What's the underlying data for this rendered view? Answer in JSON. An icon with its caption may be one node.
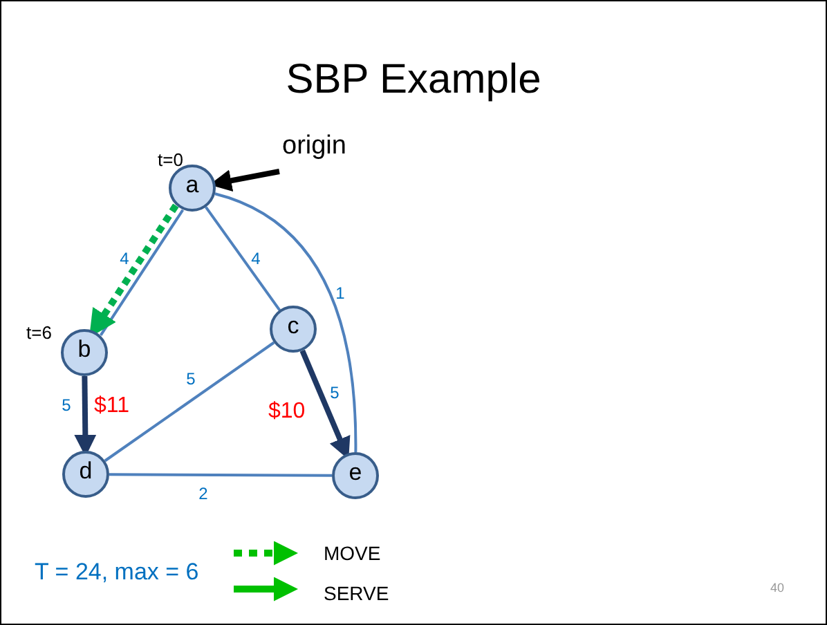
{
  "diagram": {
    "title": "SBP Example",
    "nodes": [
      {
        "text": [
          "a"
        ],
        "beside": [
          "t=0"
        ]
      },
      {
        "text": [
          "b"
        ],
        "beside": [
          "t=6"
        ]
      },
      {
        "text": [
          "c"
        ]
      },
      {
        "text": [
          "d"
        ]
      },
      {
        "text": [
          "e"
        ]
      },
      {
        "text": [
          "origin"
        ]
      }
    ],
    "edges": [
      {
        "from": 5,
        "to": 0,
        "arrow": "to",
        "style": "thick",
        "color": "#000000"
      },
      {
        "from": 0,
        "to": 1,
        "arrow": "none",
        "label": "4"
      },
      {
        "from": 0,
        "to": 1,
        "arrow": "to",
        "style": "dashed",
        "color": "#00b050"
      },
      {
        "from": 0,
        "to": 2,
        "arrow": "none",
        "label": "4"
      },
      {
        "from": 0,
        "to": 4,
        "arrow": "none",
        "label": "1"
      },
      {
        "from": 1,
        "to": 3,
        "arrow": "to",
        "style": "thick",
        "color": "#1f3864",
        "label": "5"
      },
      {
        "from": 2,
        "to": 3,
        "arrow": "none",
        "label": "5"
      },
      {
        "from": 2,
        "to": 4,
        "arrow": "to",
        "style": "thick",
        "color": "#1f3864",
        "label": "5"
      },
      {
        "from": 3,
        "to": 4,
        "arrow": "none",
        "label": "2"
      }
    ],
    "labels": [
      "$11",
      "$10",
      "T = 24, max = 6",
      "40"
    ],
    "legend": [
      {
        "text": "MOVE"
      },
      {
        "text": "SERVE"
      }
    ]
  }
}
